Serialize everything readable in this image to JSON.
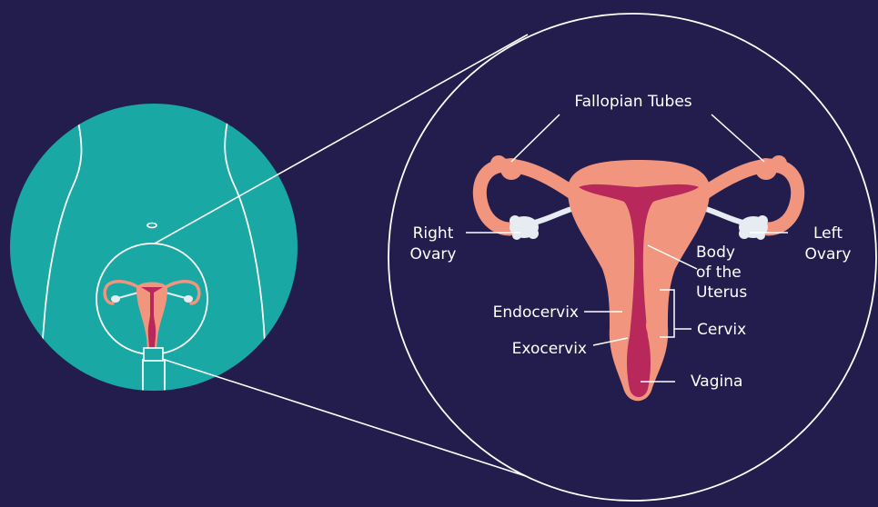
{
  "labels": {
    "fallopian_tubes": "Fallopian Tubes",
    "right_ovary_line1": "Right",
    "right_ovary_line2": "Ovary",
    "left_ovary_line1": "Left",
    "left_ovary_line2": "Ovary",
    "body_line1": "Body",
    "body_line2": "of the",
    "body_line3": "Uterus",
    "endocervix": "Endocervix",
    "cervix": "Cervix",
    "exocervix": "Exocervix",
    "vagina": "Vagina"
  },
  "colors": {
    "background": "#221d4d",
    "body_circle": "#1aa8a5",
    "outline": "#ffffff",
    "uterus": "#f2957e",
    "cavity": "#b8285a",
    "ligament": "#e6ecf2"
  }
}
